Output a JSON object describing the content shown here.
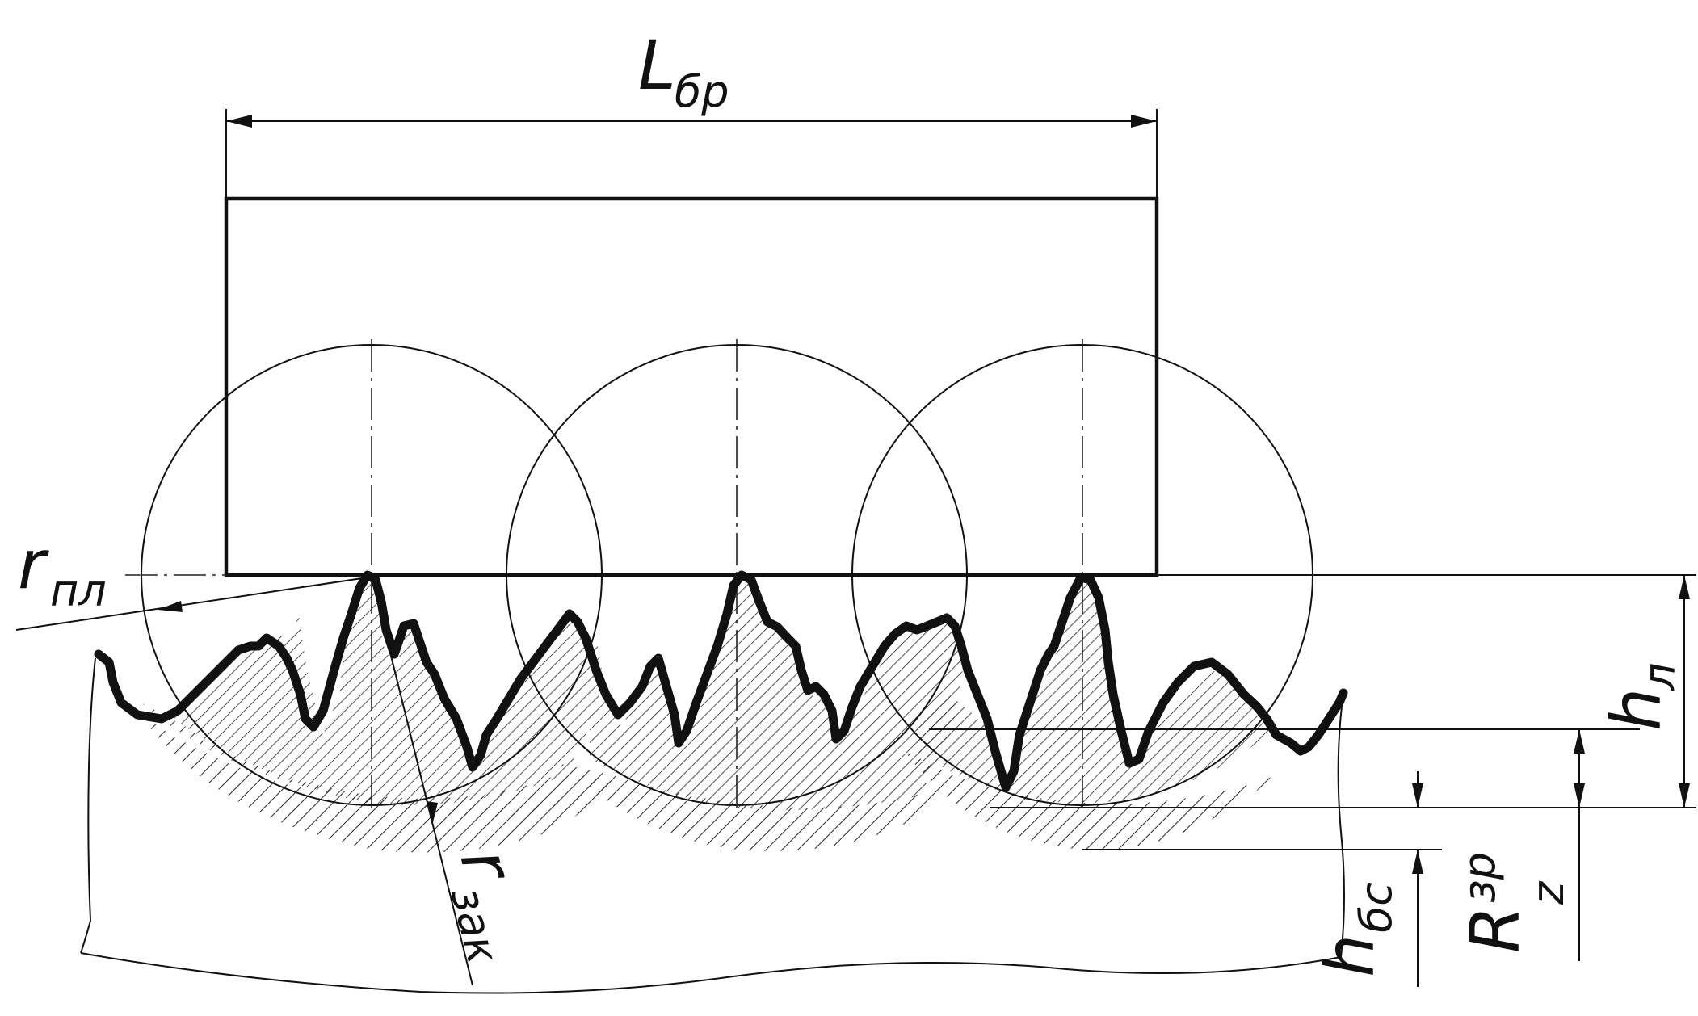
{
  "labels": {
    "L": "L",
    "L_sub": "бр",
    "r_pl": "r",
    "r_pl_sub": "пл",
    "r_zak": "r",
    "r_zak_sub": "зак",
    "h_l": "h",
    "h_l_sub": "л",
    "h_bs": "h",
    "h_bs_sub": "бс",
    "Rz": "R",
    "Rz_sub": "z",
    "Rz_sup": "зр"
  }
}
